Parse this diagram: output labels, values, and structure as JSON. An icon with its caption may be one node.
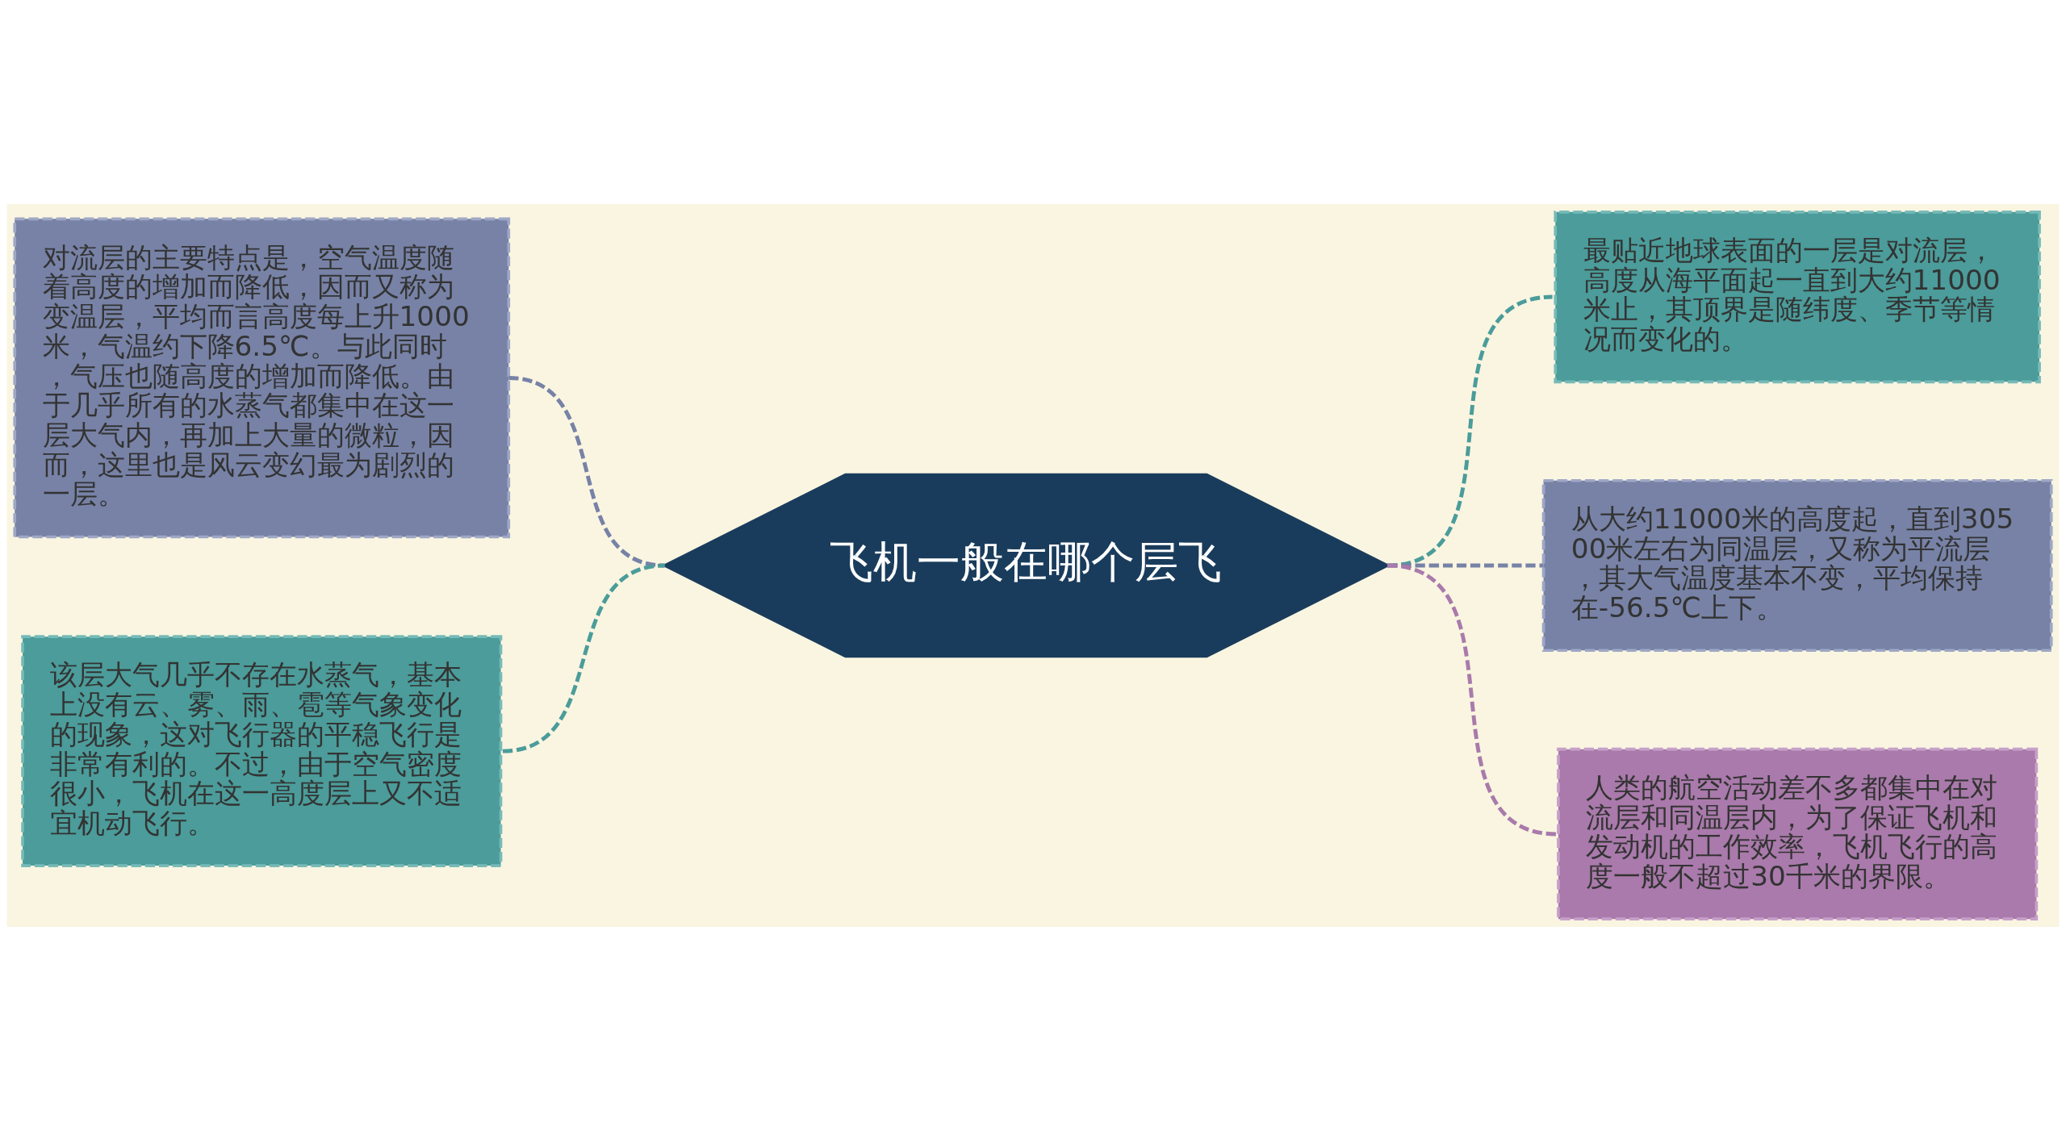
{
  "diagram": {
    "nodes": [
      {
        "text": [
          "飞机一般在哪个层飞"
        ]
      },
      {
        "text": [
          "对流层的主要特点是，空气温度随着高度的增加而降低，因而又称为变温层，平均而言高度每上升1000米，气温约下降6.5℃。与此同时，气压也随高度的增加而降低。由于几乎所有的水蒸气都集中在这一层大气内，再加上大量的微粒，因而，这里也是风云变幻最为剧烈的一层。"
        ]
      },
      {
        "text": [
          "该层大气几乎不存在水蒸气，基本上没有云、雾、雨、雹等气象变化的现象，这对飞行器的平稳飞行是非常有利的。不过，由于空气密度很小，飞机在这一高度层上又不适宜机动飞行。"
        ]
      },
      {
        "text": [
          "最贴近地球表面的一层是对流层，高度从海平面起一直到大约11000米止，其顶界是随纬度、季节等情况而变化的。"
        ]
      },
      {
        "text": [
          "从大约11000米的高度起，直到30500米左右为同温层，又称为平流层，其大气温度基本不变，平均保持在-56.5℃上下。"
        ]
      },
      {
        "text": [
          "人类的航空活动差不多都集中在对流层和同温层内，为了保证飞机和发动机的工作效率，飞机飞行的高度一般不超过30千米的界限。"
        ]
      }
    ],
    "edges": [
      {
        "from": 1,
        "to": 0,
        "arrow": "none",
        "style": "dashed",
        "color": "#7782a6"
      },
      {
        "from": 2,
        "to": 0,
        "arrow": "none",
        "style": "dashed",
        "color": "#4b9c9a"
      },
      {
        "from": 0,
        "to": 3,
        "arrow": "none",
        "style": "dashed",
        "color": "#4b9c9a"
      },
      {
        "from": 0,
        "to": 4,
        "arrow": "none",
        "style": "dashed",
        "color": "#7782a6"
      },
      {
        "from": 0,
        "to": 5,
        "arrow": "none",
        "style": "dashed",
        "color": "#a97aab"
      }
    ]
  }
}
